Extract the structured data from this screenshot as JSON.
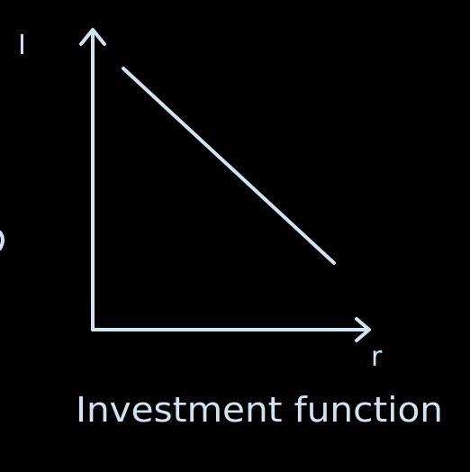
{
  "diagram": {
    "y_axis_label": "I",
    "x_axis_label": "r",
    "caption": "Investment function",
    "stroke_color": "#cfe6f2",
    "background_color": "#000000"
  }
}
